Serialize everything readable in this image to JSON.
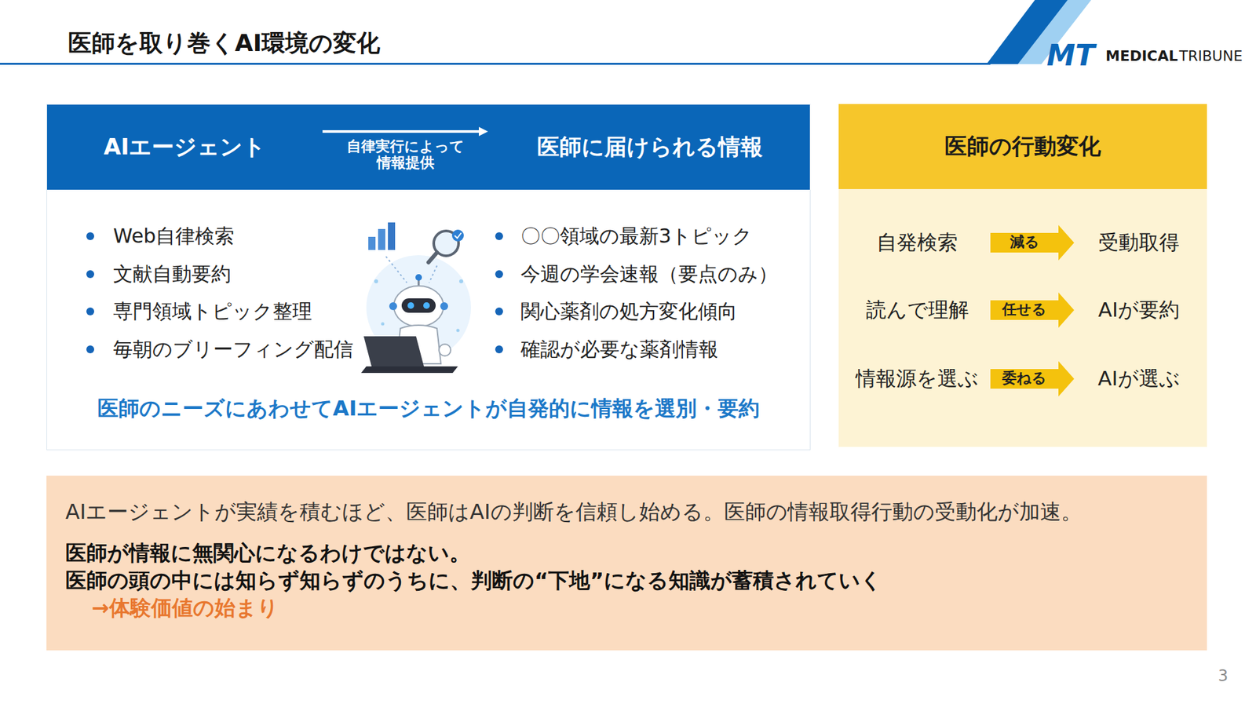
{
  "diagram": {
    "title": "医師を取り巻くAI環境の変化",
    "nodes": [
      {
        "text": [
          "医師のニーズにあわせてAIエージェントが自発的に情報を選別・要約"
        ]
      },
      {
        "text": [
          "AIエージェント"
        ],
        "in": 0
      },
      {
        "text": [
          "医師に届けられる情報"
        ],
        "in": 0
      },
      {
        "text": [
          "医師の行動変化"
        ]
      },
      {
        "text": [
          "自発検索"
        ],
        "in": 3
      },
      {
        "text": [
          "受動取得"
        ],
        "in": 3
      },
      {
        "text": [
          "読んで理解"
        ],
        "in": 3
      },
      {
        "text": [
          "AIが要約"
        ],
        "in": 3
      },
      {
        "text": [
          "情報源を選ぶ"
        ],
        "in": 3
      },
      {
        "text": [
          "AIが選ぶ"
        ],
        "in": 3
      },
      {
        "text": [
          "AIエージェントが実績を積むほど、医師はAIの判断を信頼し始める。医師の情報取得行動の受動化が加速。",
          "医師が情報に無関心になるわけではない。",
          "医師の頭の中には知らず知らずのうちに、判断の“下地”になる知識が蓄積されていく",
          "→体験価値の始まり"
        ]
      }
    ],
    "edges": [
      {
        "from": 1,
        "to": 2,
        "label": "自律実行によって 情報提供",
        "arrow": "to"
      },
      {
        "from": 4,
        "to": 5,
        "label": "減る",
        "arrow": "to"
      },
      {
        "from": 6,
        "to": 7,
        "label": "任せる",
        "arrow": "to"
      },
      {
        "from": 8,
        "to": 9,
        "label": "委ねる",
        "arrow": "to"
      }
    ],
    "labels": [
      "Web自律検索",
      "文献自動要約",
      "専門領域トピック整理",
      "毎朝のブリーフィング配信",
      "〇〇領域の最新3トピック",
      "今週の学会速報（要点のみ）",
      "関心薬剤の処方変化傾向",
      "確認が必要な薬剤情報",
      "MT",
      "MEDICAL",
      "TRIBUNE",
      "3"
    ]
  }
}
